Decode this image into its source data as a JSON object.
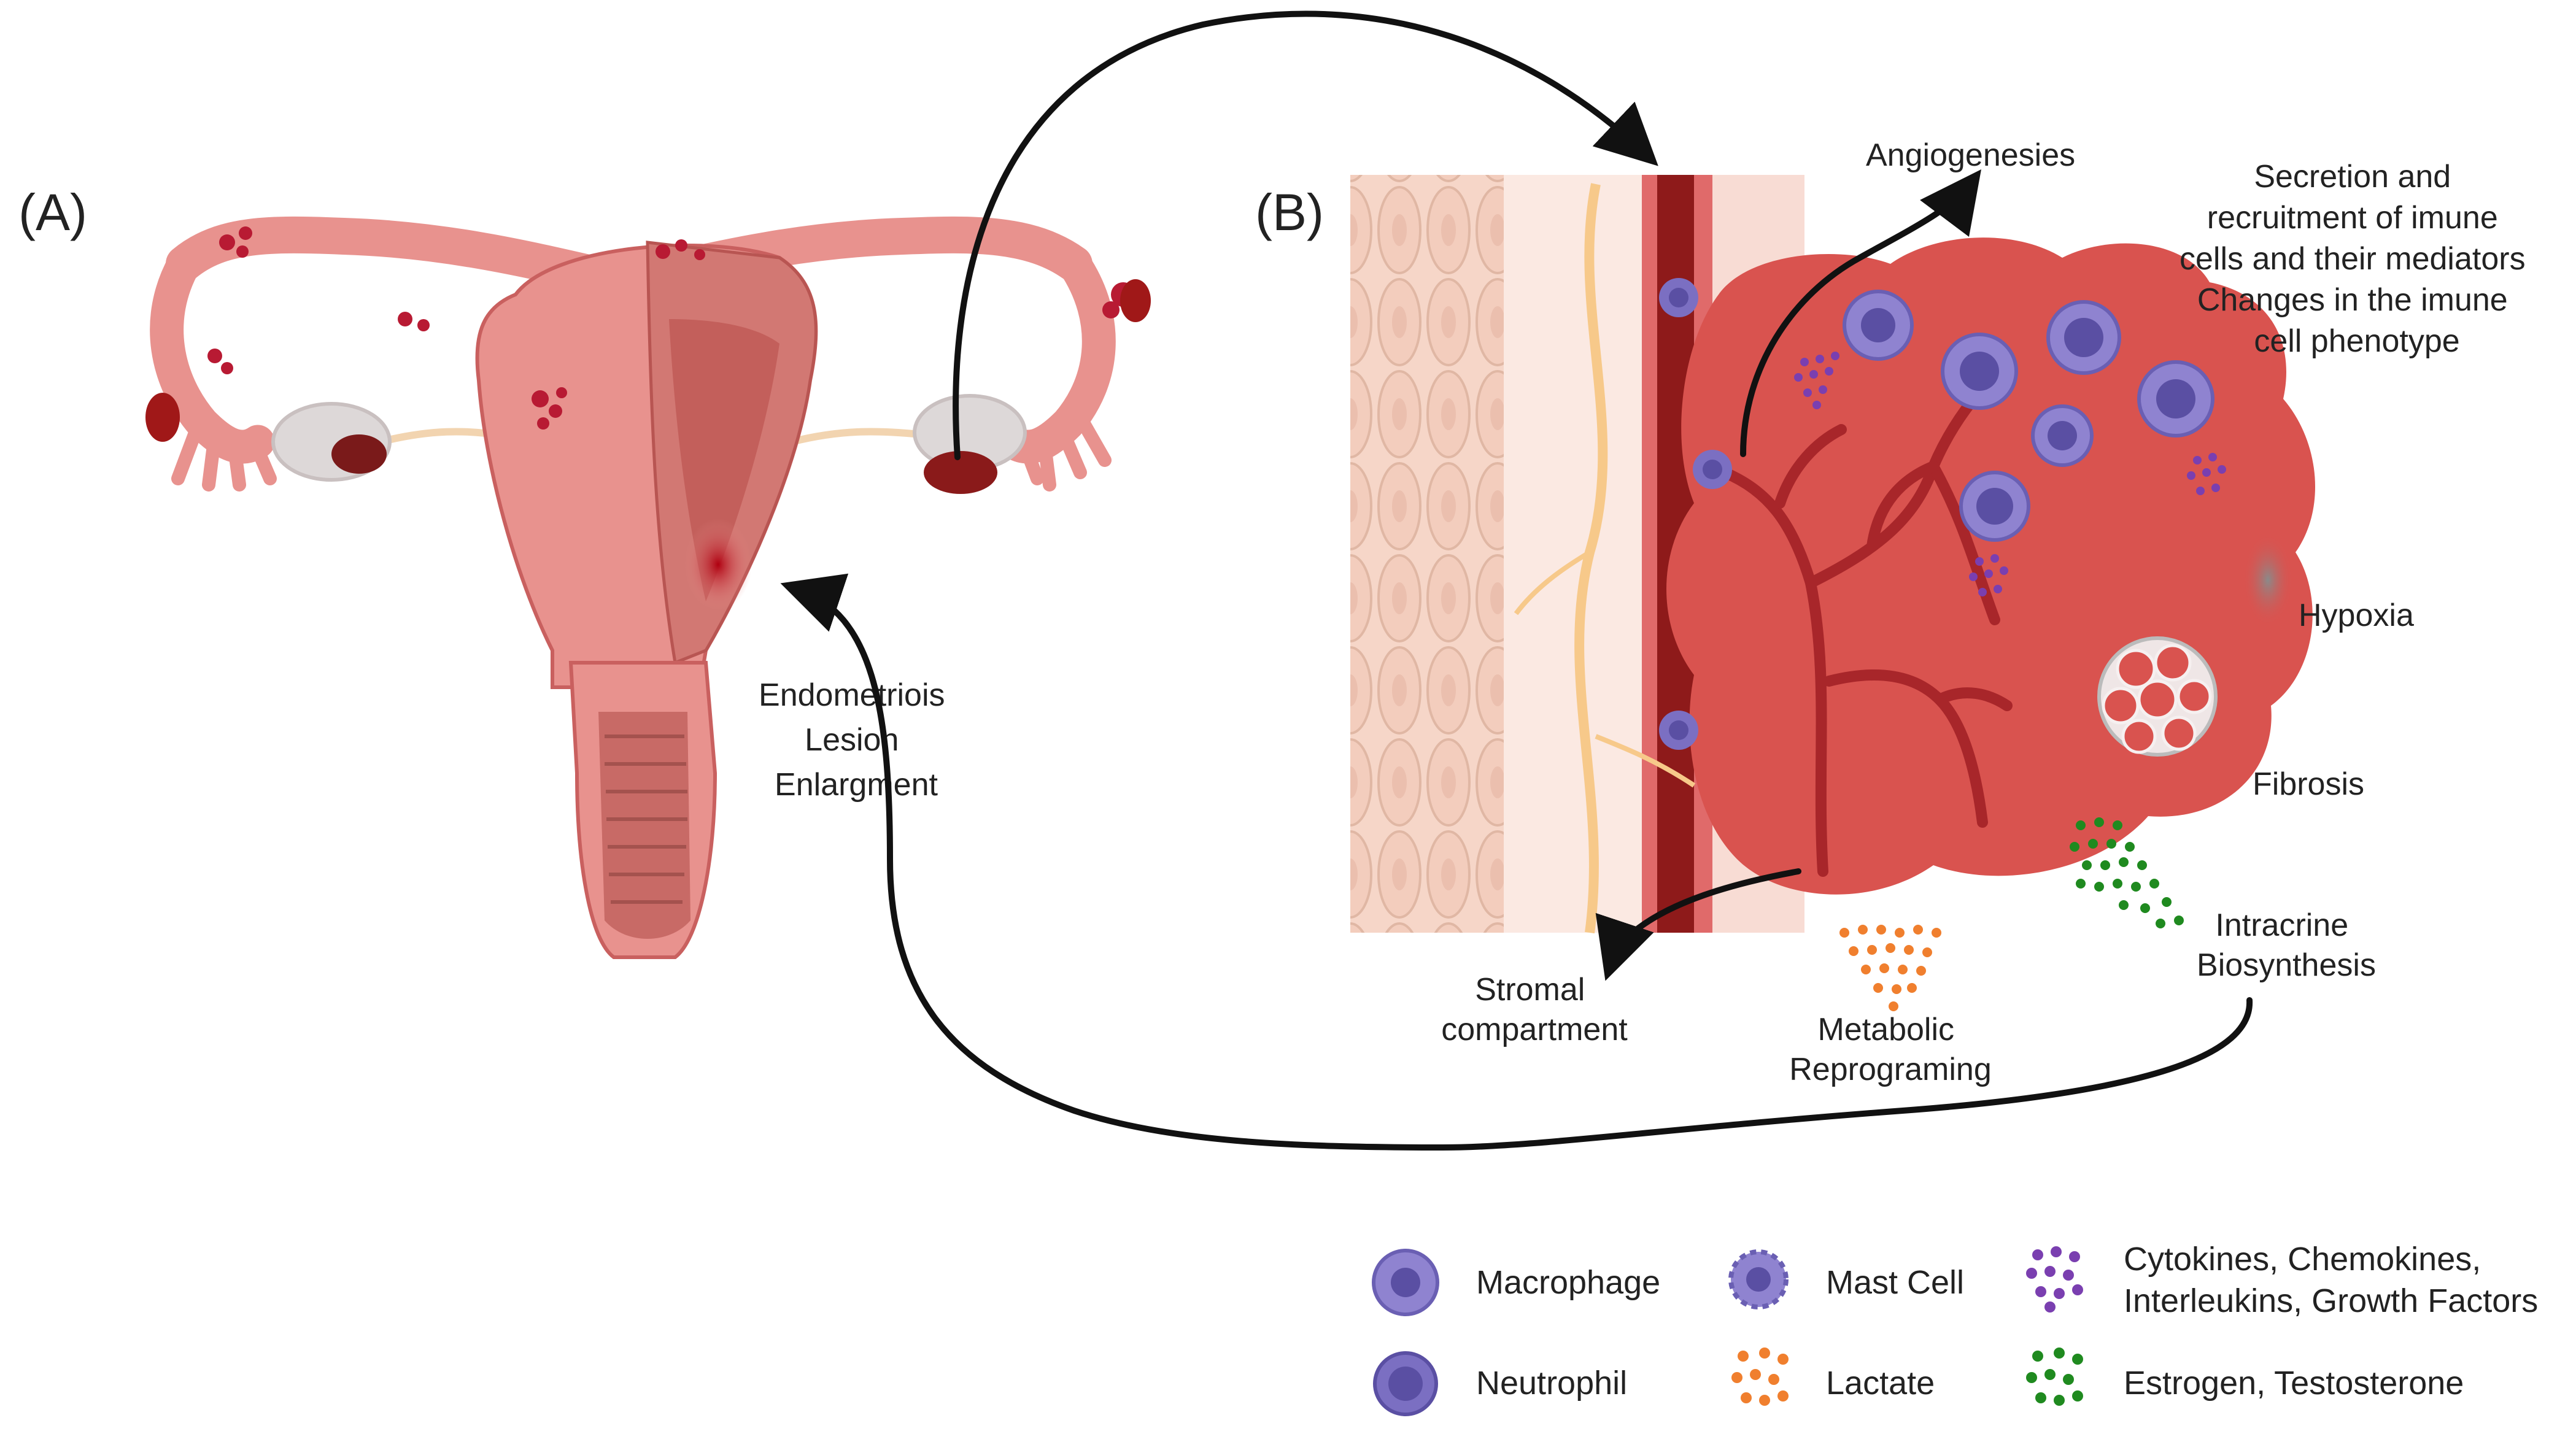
{
  "panels": {
    "a": "(A)",
    "b": "(B)"
  },
  "labels": {
    "lesion": [
      "Endometriois",
      "Lesion",
      "Enlargment"
    ],
    "angiogenesis": "Angiogenesies",
    "secretion": [
      "Secretion and",
      "recruitment of imune",
      "cells and their mediators",
      "Changes in the imune",
      "cell phenotype"
    ],
    "hypoxia": "Hypoxia",
    "fibrosis": "Fibrosis",
    "intracrine": [
      "Intracrine",
      "Biosynthesis"
    ],
    "stromal": [
      "Stromal",
      "compartment"
    ],
    "metabolic": [
      "Metabolic",
      "Reprograming"
    ]
  },
  "legend": {
    "macrophage": "Macrophage",
    "mast_cell": "Mast Cell",
    "cytokines": [
      "Cytokines, Chemokines,",
      "Interleukins, Growth Factors"
    ],
    "neutrophil": "Neutrophil",
    "lactate": "Lactate",
    "hormones": "Estrogen, Testosterone"
  },
  "colors": {
    "uterus": "#e8928e",
    "uterus_dark": "#c9605f",
    "lesion": "#d9534f",
    "vessel": "#a8262a",
    "immune_cell": "#7b6fc2",
    "cytokine": "#7a3fb0",
    "lactate": "#f07f2e",
    "hormone": "#1f8a1f"
  }
}
